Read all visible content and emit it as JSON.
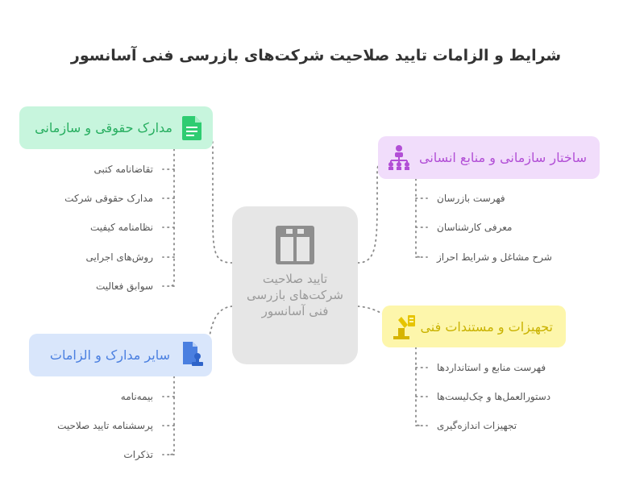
{
  "title": "شرایط و الزامات تایید صلاحیت شرکت‌های بازرسی فنی آسانسور",
  "center": {
    "label": "تایید صلاحیت شرکت‌های بازرسی فنی آسانسور",
    "icon": "elevator-icon",
    "color": "#9a9a9a"
  },
  "branches": {
    "legal": {
      "label": "مدارک حقوقی و سازمانی",
      "icon": "document-icon",
      "color": "#27ae60",
      "items": [
        "تقاضانامه کتبی",
        "مدارک حقوقی شرکت",
        "نظامنامه کیفیت",
        "روش‌های اجرایی",
        "سوابق فعالیت"
      ]
    },
    "structure": {
      "label": "ساختار سازمانی و منابع انسانی",
      "icon": "org-chart-icon",
      "color": "#b24fd6",
      "items": [
        "فهرست بازرسان",
        "معرفی کارشناسان",
        "شرح مشاغل و شرایط احراز"
      ]
    },
    "equipment": {
      "label": "تجهیزات و مستندات فنی",
      "icon": "tools-icon",
      "color": "#c9b200",
      "items": [
        "فهرست منابع و استانداردها",
        "دستورالعمل‌ها و چک‌لیست‌ها",
        "تجهیزات اندازه‌گیری"
      ]
    },
    "other": {
      "label": "سایر مدارک و الزامات",
      "icon": "stamp-document-icon",
      "color": "#4a7fe0",
      "items": [
        "بیمه‌نامه",
        "پرسشنامه تایید صلاحیت",
        "تذکرات"
      ]
    }
  }
}
